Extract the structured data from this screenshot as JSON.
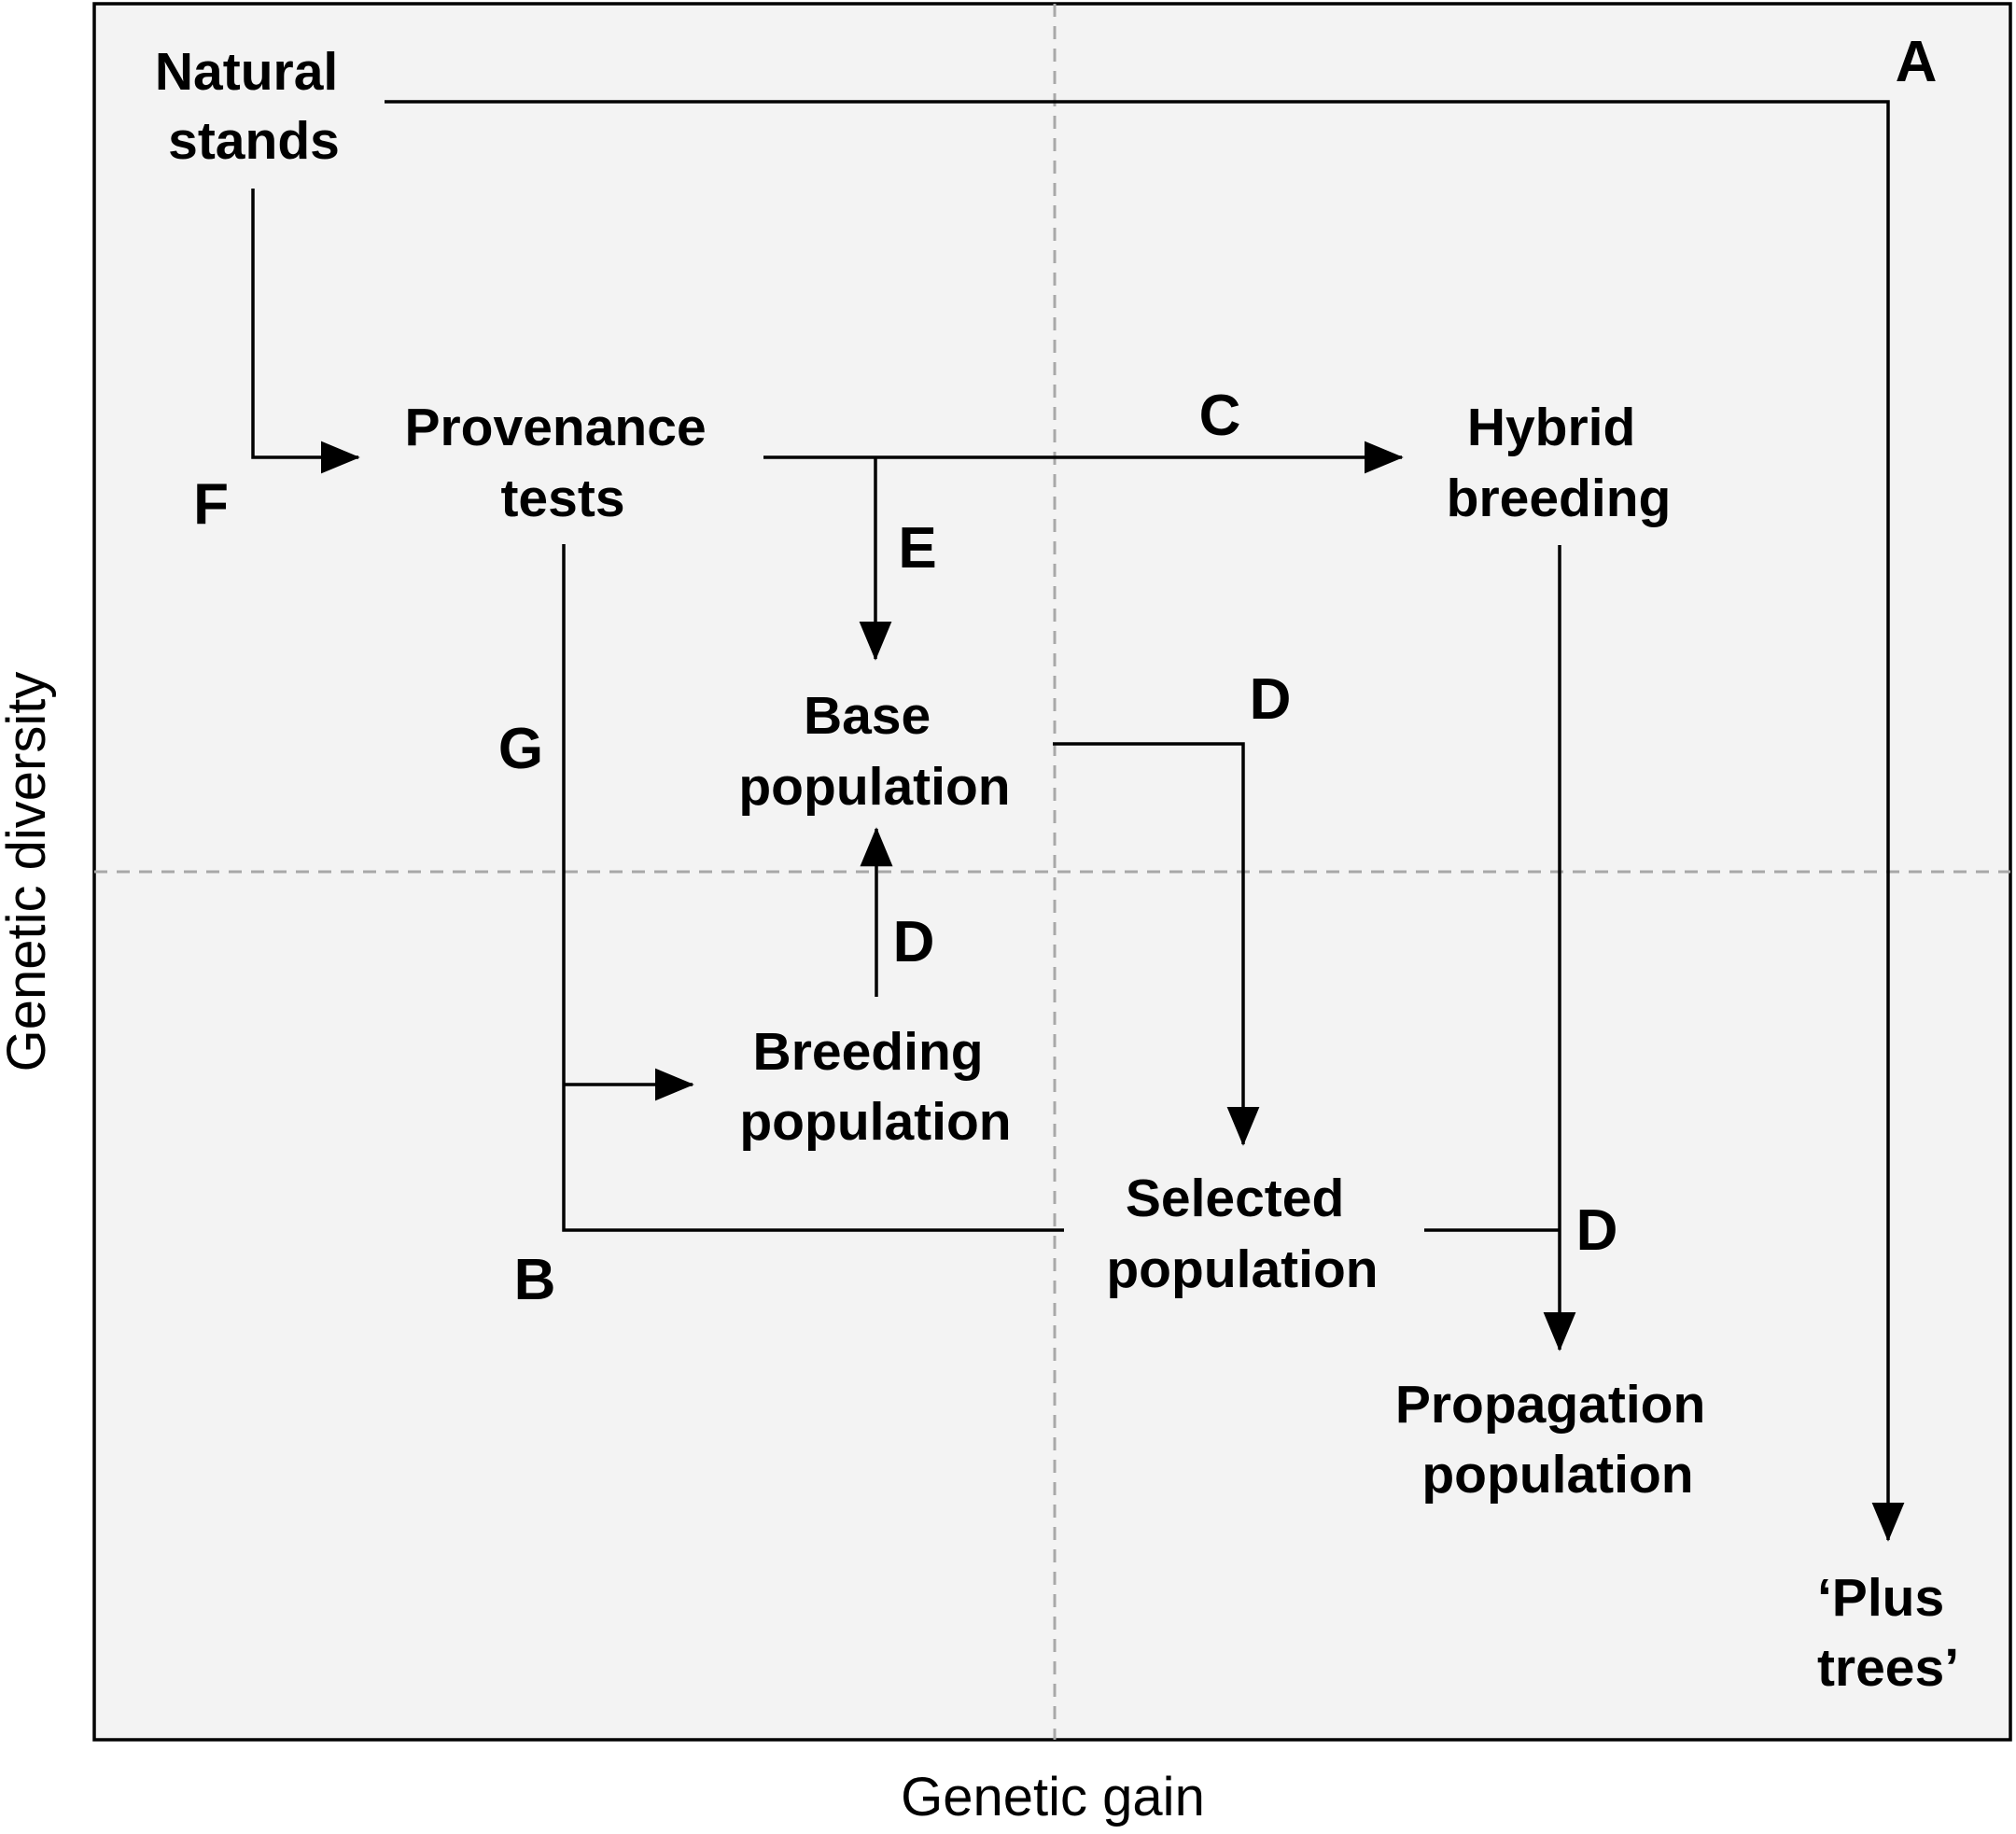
{
  "axes": {
    "x_label": "Genetic gain",
    "y_label": "Genetic diversity"
  },
  "colors": {
    "panel_background": "#f3f3f3",
    "panel_border": "#000000",
    "divider": "#a8a8a8",
    "arrow": "#000000",
    "text": "#000000"
  },
  "nodes": {
    "natural_stands": [
      "Natural",
      "stands"
    ],
    "provenance_tests": [
      "Provenance",
      "tests"
    ],
    "hybrid_breeding": [
      "Hybrid",
      "breeding"
    ],
    "base_population": [
      "Base",
      "population"
    ],
    "breeding_population": [
      "Breeding",
      "population"
    ],
    "selected_population": [
      "Selected",
      "population"
    ],
    "propagation_population": [
      "Propagation",
      "population"
    ],
    "plus_trees": [
      "‘Plus",
      "trees’"
    ]
  },
  "path_letters": {
    "a": "A",
    "b": "B",
    "c": "C",
    "d_base_to_selected": "D",
    "d_breeding_to_base": "D",
    "d_selected_to_propagation": "D",
    "e": "E",
    "f": "F",
    "g": "G"
  }
}
